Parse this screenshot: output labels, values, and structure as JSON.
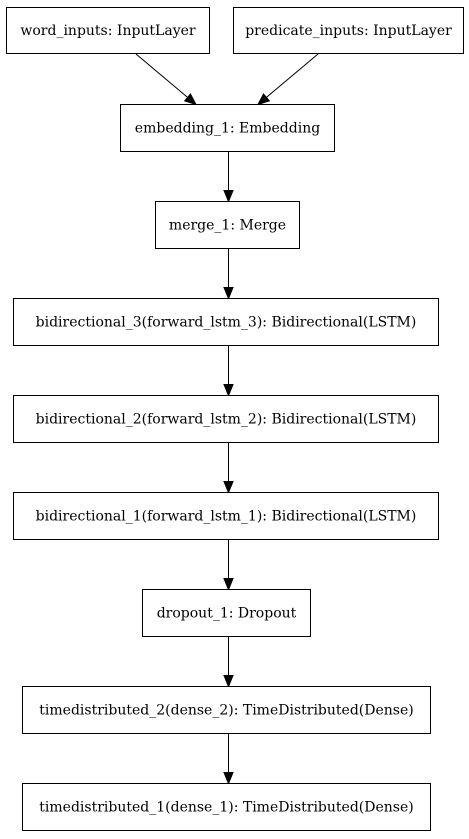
{
  "diagram": {
    "nodes": [
      {
        "id": "word_inputs",
        "label": "word_inputs: InputLayer"
      },
      {
        "id": "predicate_inputs",
        "label": "predicate_inputs: InputLayer"
      },
      {
        "id": "embedding_1",
        "label": "embedding_1: Embedding"
      },
      {
        "id": "merge_1",
        "label": "merge_1: Merge"
      },
      {
        "id": "bidirectional_3",
        "label": "bidirectional_3(forward_lstm_3): Bidirectional(LSTM)"
      },
      {
        "id": "bidirectional_2",
        "label": "bidirectional_2(forward_lstm_2): Bidirectional(LSTM)"
      },
      {
        "id": "bidirectional_1",
        "label": "bidirectional_1(forward_lstm_1): Bidirectional(LSTM)"
      },
      {
        "id": "dropout_1",
        "label": "dropout_1: Dropout"
      },
      {
        "id": "timedistributed_2",
        "label": "timedistributed_2(dense_2): TimeDistributed(Dense)"
      },
      {
        "id": "timedistributed_1",
        "label": "timedistributed_1(dense_1): TimeDistributed(Dense)"
      }
    ],
    "edges": [
      {
        "from": "word_inputs",
        "to": "embedding_1"
      },
      {
        "from": "predicate_inputs",
        "to": "embedding_1"
      },
      {
        "from": "embedding_1",
        "to": "merge_1"
      },
      {
        "from": "merge_1",
        "to": "bidirectional_3"
      },
      {
        "from": "bidirectional_3",
        "to": "bidirectional_2"
      },
      {
        "from": "bidirectional_2",
        "to": "bidirectional_1"
      },
      {
        "from": "bidirectional_1",
        "to": "dropout_1"
      },
      {
        "from": "dropout_1",
        "to": "timedistributed_2"
      },
      {
        "from": "timedistributed_2",
        "to": "timedistributed_1"
      }
    ]
  }
}
